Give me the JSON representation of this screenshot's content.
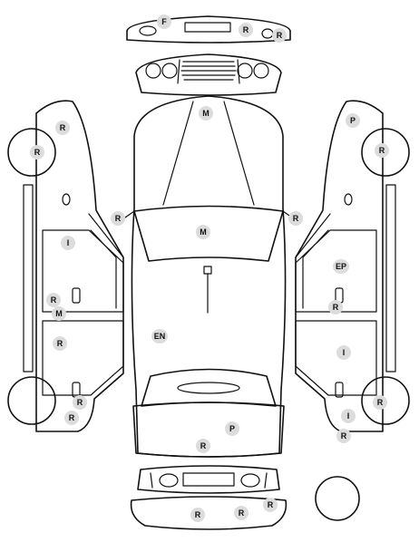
{
  "marks": [
    {
      "id": "front-bumper-f",
      "code": "F"
    },
    {
      "id": "front-bumper-r1",
      "code": "R"
    },
    {
      "id": "front-bumper-r2",
      "code": "R"
    },
    {
      "id": "hood-m",
      "code": "M"
    },
    {
      "id": "left-front-fender-r",
      "code": "R"
    },
    {
      "id": "left-front-wheel-r",
      "code": "R"
    },
    {
      "id": "right-front-fender-p",
      "code": "P"
    },
    {
      "id": "right-front-wheel-r",
      "code": "R"
    },
    {
      "id": "left-mirror-r",
      "code": "R"
    },
    {
      "id": "right-mirror-r",
      "code": "R"
    },
    {
      "id": "windshield-m",
      "code": "M"
    },
    {
      "id": "left-front-door-i",
      "code": "I"
    },
    {
      "id": "left-front-door-r",
      "code": "R"
    },
    {
      "id": "left-front-door-m",
      "code": "M"
    },
    {
      "id": "right-front-door-ep",
      "code": "EP"
    },
    {
      "id": "right-front-door-r",
      "code": "R"
    },
    {
      "id": "left-rear-door-r",
      "code": "R"
    },
    {
      "id": "roof-en",
      "code": "EN"
    },
    {
      "id": "right-rear-door-i",
      "code": "I"
    },
    {
      "id": "left-rear-handle-r",
      "code": "R"
    },
    {
      "id": "left-rear-wheel-r",
      "code": "R"
    },
    {
      "id": "right-rear-wheel-r",
      "code": "R"
    },
    {
      "id": "right-quarter-i",
      "code": "I"
    },
    {
      "id": "right-quarter-r",
      "code": "R"
    },
    {
      "id": "trunk-p",
      "code": "P"
    },
    {
      "id": "trunk-r",
      "code": "R"
    },
    {
      "id": "rear-bumper-r1",
      "code": "R"
    },
    {
      "id": "rear-bumper-r2",
      "code": "R"
    },
    {
      "id": "rear-bumper-r3",
      "code": "R"
    }
  ]
}
